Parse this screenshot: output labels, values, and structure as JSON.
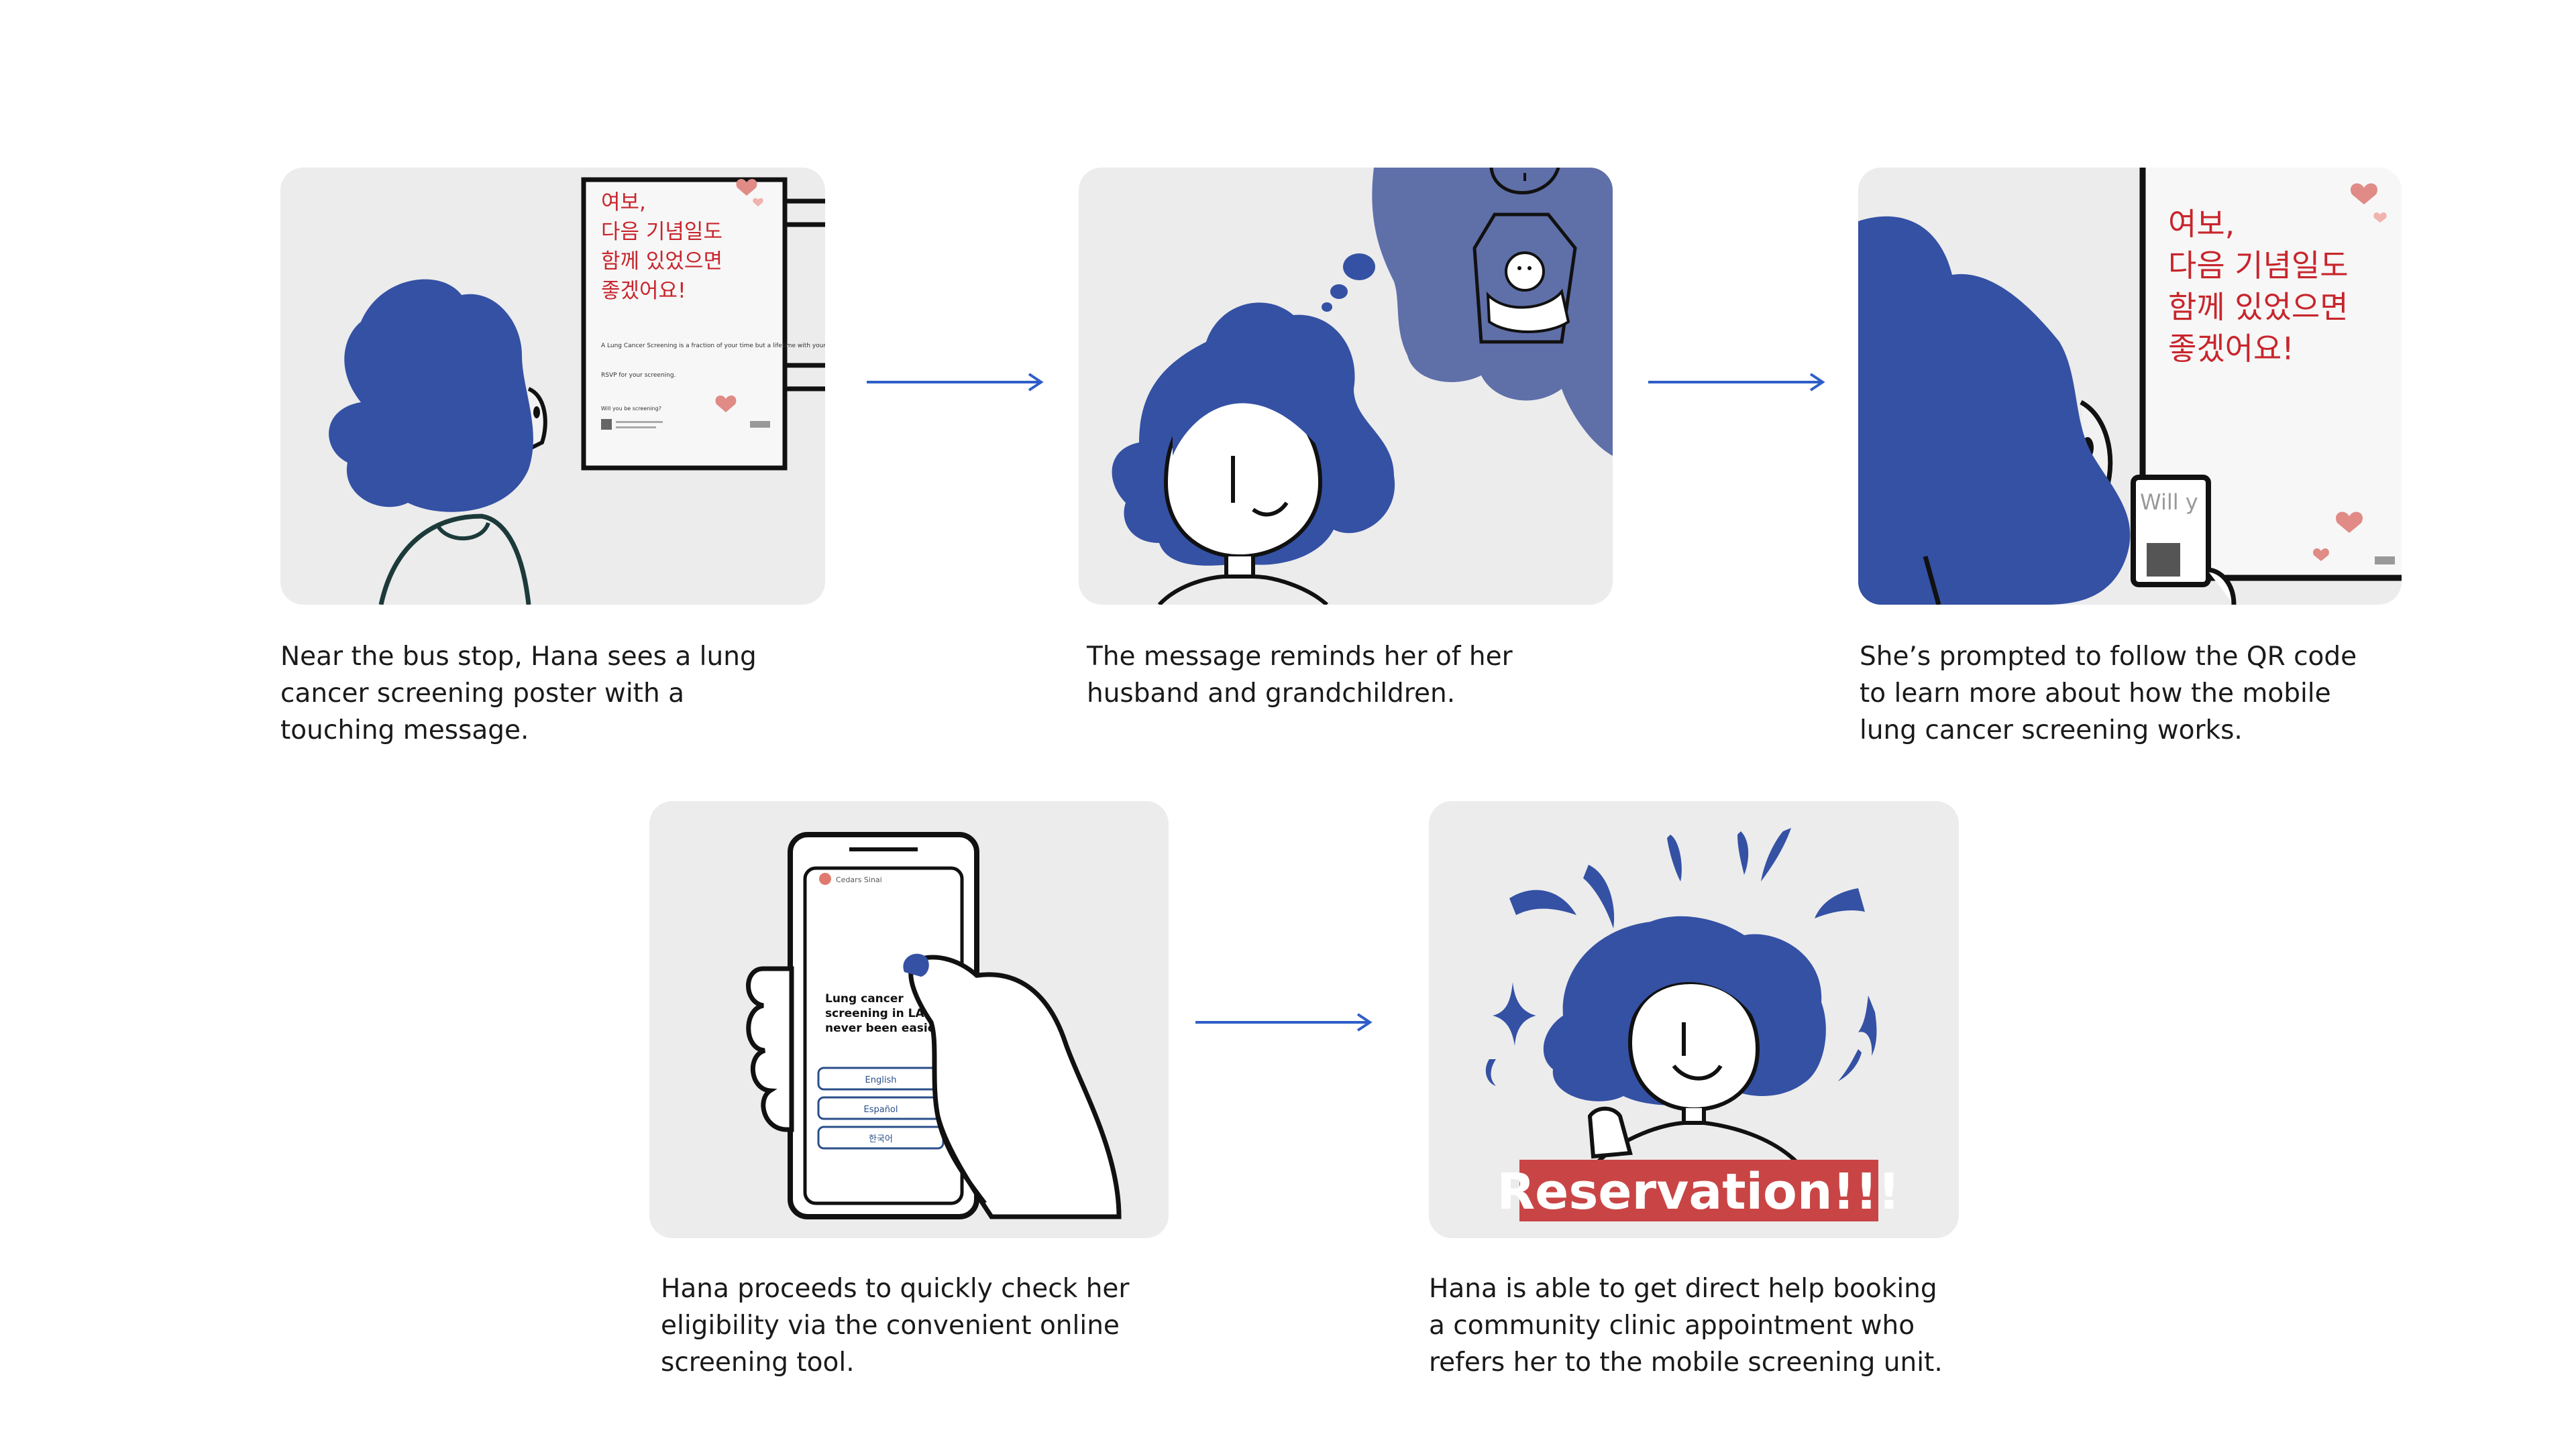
{
  "panels": [
    {
      "caption": "Near the bus stop, Hana sees a lung cancer screening poster with a touching message.",
      "poster": {
        "headline": [
          "여보,",
          "다음 기념일도",
          "함께 있었으면",
          "좋겠어요!"
        ],
        "body": "A Lung Cancer Screening is a fraction of your time but a lifetime with your family. It's never too late.",
        "rsvp": "RSVP for your screening.",
        "question": "Will you be screening?"
      }
    },
    {
      "caption": "The message reminds her of her husband and grandchildren."
    },
    {
      "caption": "She’s prompted to follow the QR code to learn more about how the mobile lung cancer screening works.",
      "poster": {
        "headline": [
          "여보,",
          "다음 기념일도",
          "함께 있었으면",
          "좋겠어요!"
        ],
        "phone_text": "Will y"
      }
    },
    {
      "caption": "Hana proceeds to quickly check her eligibility via the convenient online screening tool.",
      "phone": {
        "brand": "Cedars Sinai",
        "headline": [
          "Lung cancer",
          "screening in LA",
          "never been easier."
        ],
        "languages": [
          "English",
          "Español",
          "한국어"
        ]
      }
    },
    {
      "caption": "Hana is able to get direct help booking a community clinic appointment who refers her to the mobile screening unit.",
      "banner": "Reservation!!!"
    }
  ],
  "colors": {
    "hair": "#3451a4",
    "poster_red": "#c8252c",
    "arrow": "#2f5ec8",
    "thought_bubble": "#5f6fa8",
    "banner": "#c94545",
    "panel_bg": "#ececec"
  }
}
